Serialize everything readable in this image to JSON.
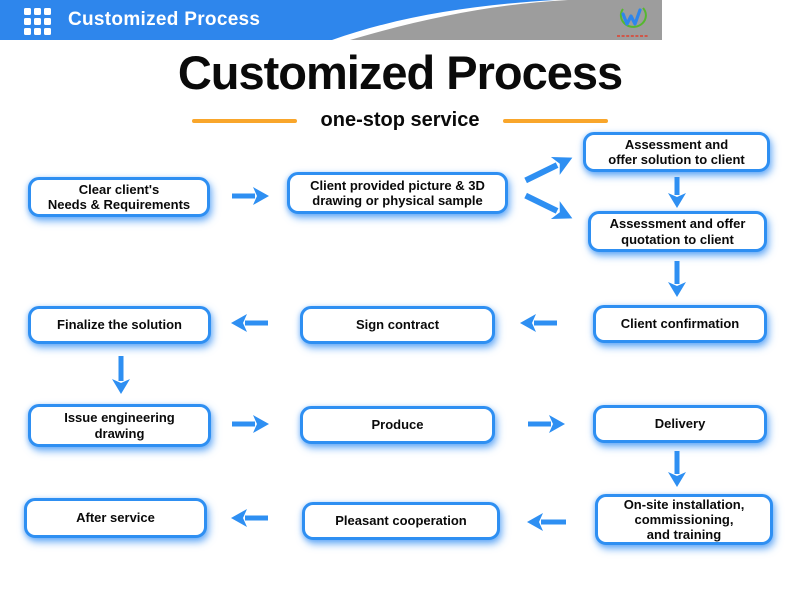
{
  "colors": {
    "accent": "#2E8FF2",
    "header_blue": "#2E86EC",
    "header_gray": "#9D9D9D",
    "orange": "#F9A62B",
    "logo_green": "#55B82E",
    "logo_blue": "#2E86EC",
    "logo_red": "#D94A3A"
  },
  "header": {
    "title": "Customized Process"
  },
  "main": {
    "title": "Customized Process",
    "subtitle": "one-stop service"
  },
  "flow": {
    "boxes": [
      {
        "label": "Clear client's\nNeeds & Requirements"
      },
      {
        "label": "Client provided picture & 3D\ndrawing or physical sample"
      },
      {
        "label": "Assessment and\noffer solution to client"
      },
      {
        "label": "Assessment and offer\nquotation to client"
      },
      {
        "label": "Client confirmation"
      },
      {
        "label": "Sign contract"
      },
      {
        "label": "Finalize the solution"
      },
      {
        "label": "Issue engineering\ndrawing"
      },
      {
        "label": "Produce"
      },
      {
        "label": "Delivery"
      },
      {
        "label": "On-site installation,\ncommissioning,\nand training"
      },
      {
        "label": "Pleasant cooperation"
      },
      {
        "label": "After service"
      }
    ]
  }
}
